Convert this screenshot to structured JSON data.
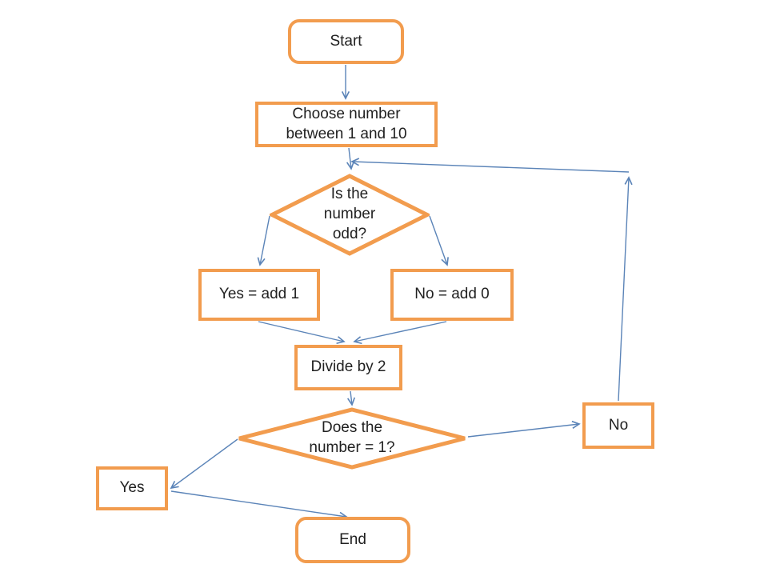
{
  "diagram": {
    "type": "flowchart",
    "nodes": {
      "start": {
        "label": "Start",
        "shape": "terminator"
      },
      "choose_number": {
        "label": "Choose number between 1 and 10",
        "shape": "process"
      },
      "is_odd": {
        "label": "Is the number odd?",
        "shape": "decision"
      },
      "yes_add_1": {
        "label": "Yes = add 1",
        "shape": "process"
      },
      "no_add_0": {
        "label": "No = add 0",
        "shape": "process"
      },
      "divide_by_2": {
        "label": "Divide by 2",
        "shape": "process"
      },
      "equals_one": {
        "label": "Does the number = 1?",
        "shape": "decision"
      },
      "no_loop": {
        "label": "No",
        "shape": "process"
      },
      "yes_branch": {
        "label": "Yes",
        "shape": "process"
      },
      "end": {
        "label": "End",
        "shape": "terminator"
      }
    },
    "edges": [
      {
        "from": "start",
        "to": "choose_number"
      },
      {
        "from": "choose_number",
        "to": "is_odd"
      },
      {
        "from": "is_odd",
        "to": "yes_add_1"
      },
      {
        "from": "is_odd",
        "to": "no_add_0"
      },
      {
        "from": "yes_add_1",
        "to": "divide_by_2"
      },
      {
        "from": "no_add_0",
        "to": "divide_by_2"
      },
      {
        "from": "divide_by_2",
        "to": "equals_one"
      },
      {
        "from": "equals_one",
        "to": "no_loop"
      },
      {
        "from": "no_loop",
        "to": "is_odd"
      },
      {
        "from": "equals_one",
        "to": "yes_branch"
      },
      {
        "from": "yes_branch",
        "to": "end"
      }
    ],
    "colors": {
      "shape_border": "#f29c4e",
      "connector": "#5b84b8",
      "text": "#212121",
      "background": "#ffffff"
    }
  }
}
